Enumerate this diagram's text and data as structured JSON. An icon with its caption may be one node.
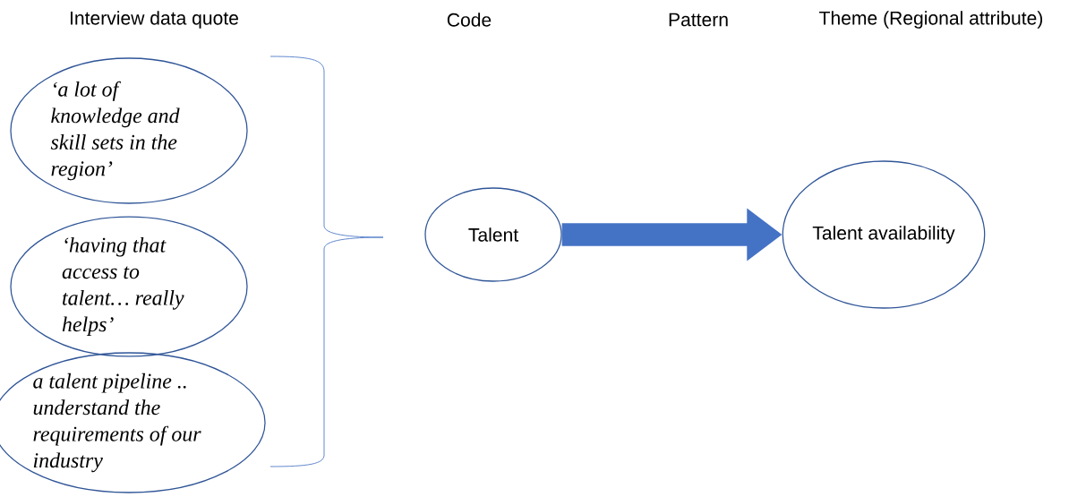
{
  "diagram": {
    "nodes": [
      {
        "text": [
          "‘a lot of knowledge and skill sets in the region’"
        ]
      },
      {
        "text": [
          "‘having that access to talent… really helps’"
        ]
      },
      {
        "text": [
          "a talent pipeline .. understand the requirements of our industry"
        ]
      },
      {
        "text": [
          "Talent"
        ]
      },
      {
        "text": [
          "Talent availability"
        ]
      }
    ],
    "edges": [
      {
        "from": 3,
        "to": 4,
        "arrow": "to"
      }
    ],
    "labels": [
      "Interview data quote",
      "Code",
      "Pattern",
      "Theme (Regional attribute)"
    ]
  }
}
